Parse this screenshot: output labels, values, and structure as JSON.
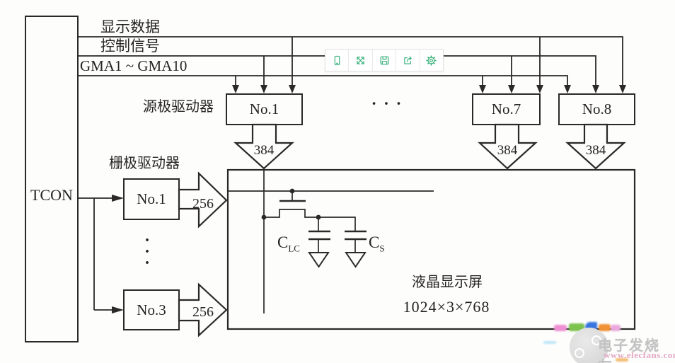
{
  "diagram": {
    "tcon_label": "TCON",
    "buses": [
      {
        "label": "显示数据"
      },
      {
        "label": "控制信号"
      },
      {
        "label": "GMA1 ~ GMA10"
      }
    ],
    "source_driver": {
      "group_label": "源极驱动器",
      "ellipsis": "· · ·",
      "units": [
        {
          "name": "No.1",
          "width": "384"
        },
        {
          "name": "No.7",
          "width": "384"
        },
        {
          "name": "No.8",
          "width": "384"
        }
      ]
    },
    "gate_driver": {
      "group_label": "栅极驱动器",
      "ellipsis": "·\n·\n·",
      "units": [
        {
          "name": "No.1",
          "width": "256"
        },
        {
          "name": "No.3",
          "width": "256"
        }
      ]
    },
    "panel": {
      "name": "液晶显示屏",
      "resolution": "1024×3×768",
      "cap_lc": {
        "base": "C",
        "sub": "LC"
      },
      "cap_s": {
        "base": "C",
        "sub": "S"
      }
    }
  },
  "toolbar": {
    "icons": [
      "device-icon",
      "fullscreen-icon",
      "save-icon",
      "share-icon",
      "settings-icon"
    ],
    "accent_color": "#3eb37f"
  },
  "watermark": {
    "brand": "电子发烧友",
    "url": "www.elecfans.com",
    "brand_color": "#c3c3c3",
    "url_color": "#e4a9c6"
  },
  "colors": {
    "line": "#2b2926",
    "background": "#fdfdfc"
  }
}
